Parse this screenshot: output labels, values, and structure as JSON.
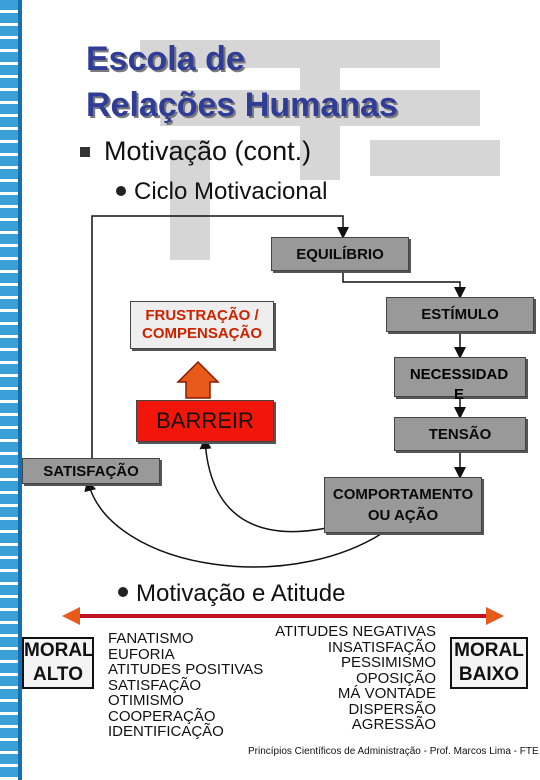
{
  "header": {
    "title_line1": "Escola de",
    "title_line2": "Relações Humanas",
    "subtitle": "Motivação (cont.)",
    "section1": "Ciclo Motivacional",
    "section2": "Motivação e Atitude"
  },
  "cycle": {
    "equilibrio": "EQUILÍBRIO",
    "estimulo": "ESTÍMULO",
    "necessidade_line1": "NECESSIDAD",
    "necessidade_line2": "E",
    "tensao": "TENSÃO",
    "comportamento_line1": "COMPORTAMENTO",
    "comportamento_line2": "OU AÇÃO",
    "satisfacao": "SATISFAÇÃO",
    "frustracao_line1": "FRUSTRAÇÃO /",
    "frustracao_line2": "COMPENSAÇÃO",
    "barreira": "BARREIR"
  },
  "attitude": {
    "moral_alto_line1": "MORAL",
    "moral_alto_line2": "ALTO",
    "moral_baixo_line1": "MORAL",
    "moral_baixo_line2": "BAIXO",
    "positive": [
      "FANATISMO",
      "EUFORIA",
      "ATITUDES POSITIVAS",
      "SATISFAÇÃO",
      "OTIMISMO",
      "COOPERAÇÃO",
      "IDENTIFICAÇÃO"
    ],
    "negative": [
      "ATITUDES NEGATIVAS",
      "INSATISFAÇÃO",
      "PESSIMISMO",
      "OPOSIÇÃO",
      "MÁ VONTADE",
      "DISPERSÃO",
      "AGRESSÃO"
    ]
  },
  "footer": "Princípios Científicos de Administração - Prof. Marcos Lima - FTE",
  "colors": {
    "title": "#2f3d99",
    "box": "#999999",
    "frustracao_text": "#cc2200",
    "barreira_fill": "#f2150a",
    "arrow_orange": "#e85a1a",
    "scale_line": "#c1121f"
  }
}
